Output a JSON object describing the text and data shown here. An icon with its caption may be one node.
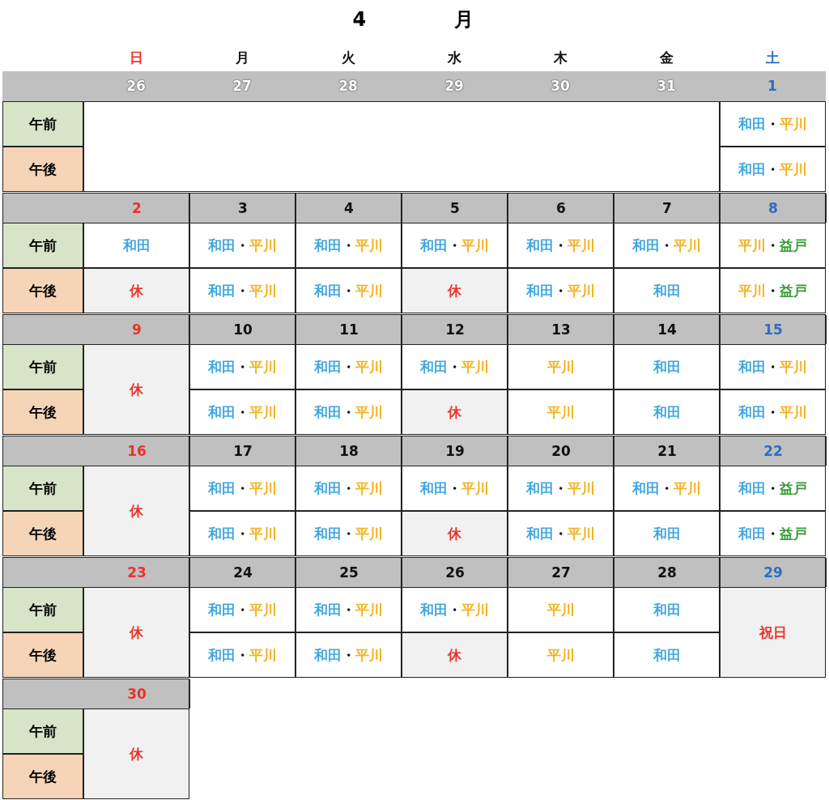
{
  "diagram": {
    "title": "4 月",
    "nodes": [
      {
        "text": [],
        "shape": "box"
      }
    ],
    "labels": [
      "日",
      "月",
      "火",
      "水",
      "木",
      "金",
      "土",
      "26",
      "27",
      "28",
      "29",
      "30",
      "31",
      "1",
      "午前",
      "和田・平川",
      "午後",
      "和田・平川",
      "2",
      "3",
      "4",
      "5",
      "6",
      "7",
      "8",
      "午前",
      "和田",
      "和田・平川",
      "和田・平川",
      "和田・平川",
      "和田・平川",
      "和田・平川",
      "平川・益戸",
      "午後",
      "休",
      "和田・平川",
      "和田・平川",
      "休",
      "和田・平川",
      "和田",
      "平川・益戸",
      "9",
      "10",
      "11",
      "12",
      "13",
      "14",
      "15",
      "午前",
      "休",
      "和田・平川",
      "和田・平川",
      "和田・平川",
      "平川",
      "和田",
      "和田・平川",
      "午後",
      "和田・平川",
      "和田・平川",
      "休",
      "平川",
      "和田",
      "和田・平川",
      "16",
      "17",
      "18",
      "19",
      "20",
      "21",
      "22",
      "午前",
      "休",
      "和田・平川",
      "和田・平川",
      "和田・平川",
      "和田・平川",
      "和田・平川",
      "和田・益戸",
      "午後",
      "和田・平川",
      "和田・平川",
      "休",
      "和田・平川",
      "和田",
      "和田・益戸",
      "23",
      "24",
      "25",
      "26",
      "27",
      "28",
      "29",
      "午前",
      "休",
      "和田・平川",
      "和田・平川",
      "和田・平川",
      "平川",
      "和田",
      "祝日",
      "午後",
      "和田・平川",
      "和田・平川",
      "休",
      "平川",
      "和田",
      "30",
      "午前",
      "休",
      "午後"
    ]
  }
}
